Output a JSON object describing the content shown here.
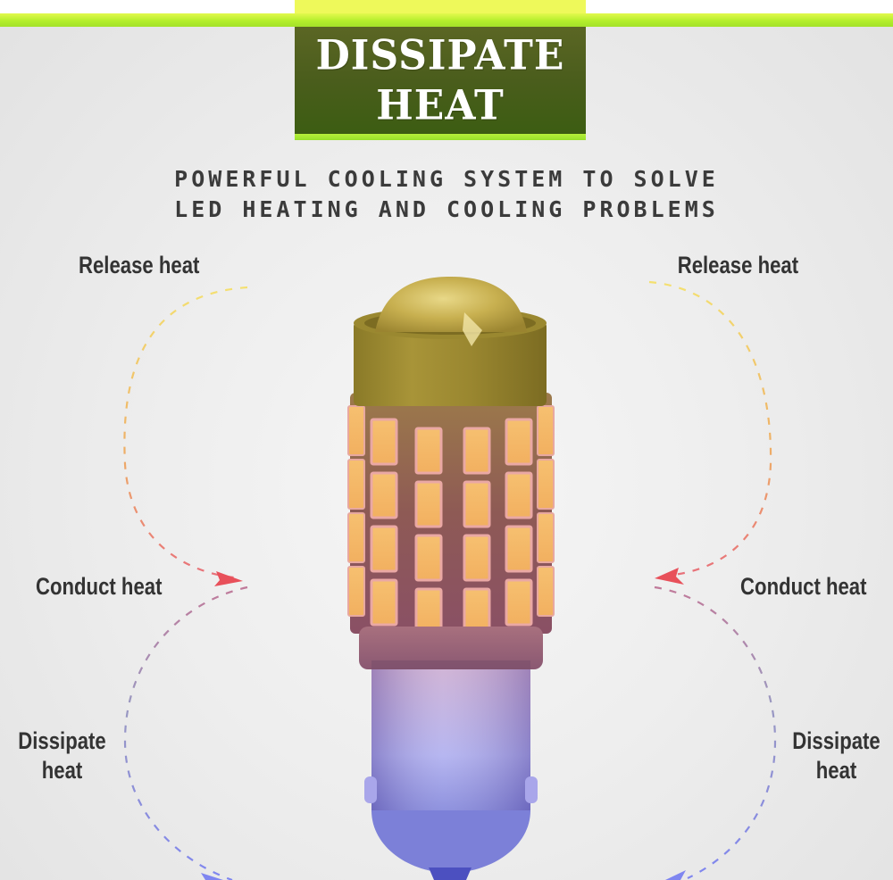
{
  "header": {
    "title_line1": "DISSIPATE",
    "title_line2": "HEAT",
    "subtitle_line1": "POWERFUL COOLING SYSTEM TO SOLVE",
    "subtitle_line2": "LED HEATING AND COOLING PROBLEMS"
  },
  "labels": {
    "release_left": "Release heat",
    "release_right": "Release heat",
    "conduct_left": "Conduct heat",
    "conduct_right": "Conduct heat",
    "dissipate_left_line1": "Dissipate",
    "dissipate_left_line2": "heat",
    "dissipate_right_line1": "Dissipate",
    "dissipate_right_line2": "heat"
  },
  "colors": {
    "accent_lime": "#b4ee2c",
    "accent_yellow": "#eef95a",
    "title_bg": "#4a5d1c",
    "text_dark": "#333333",
    "arrow_warm": "#f0c060",
    "arrow_red": "#e8505a",
    "arrow_blue": "#7f86f0"
  },
  "product": {
    "name": "LED bulb",
    "led_rows": 4,
    "led_columns_visible": 6
  }
}
